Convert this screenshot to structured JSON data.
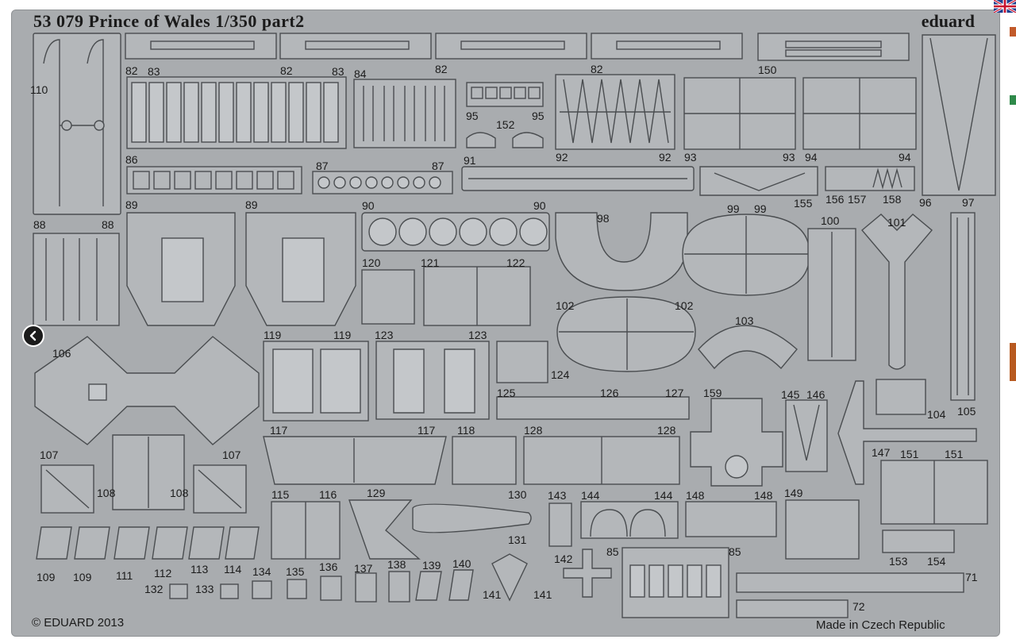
{
  "fret": {
    "title": "53 079  Prince of Wales 1/350   part2",
    "brand": "eduard",
    "copyright": "© EDUARD 2013",
    "made_in": "Made in Czech Republic"
  },
  "labels": {
    "l110": "110",
    "l82a": "82",
    "l83a": "83",
    "l82b": "82",
    "l83b": "83",
    "l84": "84",
    "l82c": "82",
    "l82d": "82",
    "l150": "150",
    "l95a": "95",
    "l95b": "95",
    "l152": "152",
    "l92a": "92",
    "l92b": "92",
    "l93a": "93",
    "l93b": "93",
    "l94a": "94",
    "l94b": "94",
    "l86": "86",
    "l87a": "87",
    "l87b": "87",
    "l91": "91",
    "l156": "156",
    "l157": "157",
    "l158": "158",
    "l155": "155",
    "l96": "96",
    "l97": "97",
    "l88a": "88",
    "l88b": "88",
    "l89a": "89",
    "l89b": "89",
    "l90a": "90",
    "l90b": "90",
    "l98": "98",
    "l99a": "99",
    "l99b": "99",
    "l100": "100",
    "l101": "101",
    "l120": "120",
    "l121": "121",
    "l122": "122",
    "l102a": "102",
    "l102b": "102",
    "l103": "103",
    "l106": "106",
    "l119a": "119",
    "l119b": "119",
    "l123a": "123",
    "l123b": "123",
    "l124": "124",
    "l125": "125",
    "l126": "126",
    "l127": "127",
    "l159": "159",
    "l145": "145",
    "l146": "146",
    "l104": "104",
    "l105": "105",
    "l117a": "117",
    "l117b": "117",
    "l118": "118",
    "l128a": "128",
    "l128b": "128",
    "l107a": "107",
    "l107b": "107",
    "l108a": "108",
    "l108b": "108",
    "l147": "147",
    "l151a": "151",
    "l151b": "151",
    "l115": "115",
    "l116": "116",
    "l129": "129",
    "l130": "130",
    "l131": "131",
    "l143": "143",
    "l144a": "144",
    "l144b": "144",
    "l148a": "148",
    "l148b": "148",
    "l149": "149",
    "l153": "153",
    "l154": "154",
    "l109a": "109",
    "l109b": "109",
    "l111": "111",
    "l112": "112",
    "l113": "113",
    "l114": "114",
    "l134": "134",
    "l135": "135",
    "l136": "136",
    "l137": "137",
    "l138": "138",
    "l139": "139",
    "l140": "140",
    "l132": "132",
    "l133": "133",
    "l141a": "141",
    "l141b": "141",
    "l142": "142",
    "l85a": "85",
    "l85b": "85",
    "l71": "71",
    "l72": "72"
  },
  "icons": {
    "back": "chevron-left-icon",
    "flag": "uk-flag-icon"
  },
  "colors": {
    "fret": "#a9acaf",
    "part": "#b4b7ba",
    "outline": "#4a4d50",
    "text": "#1b1b1b"
  }
}
